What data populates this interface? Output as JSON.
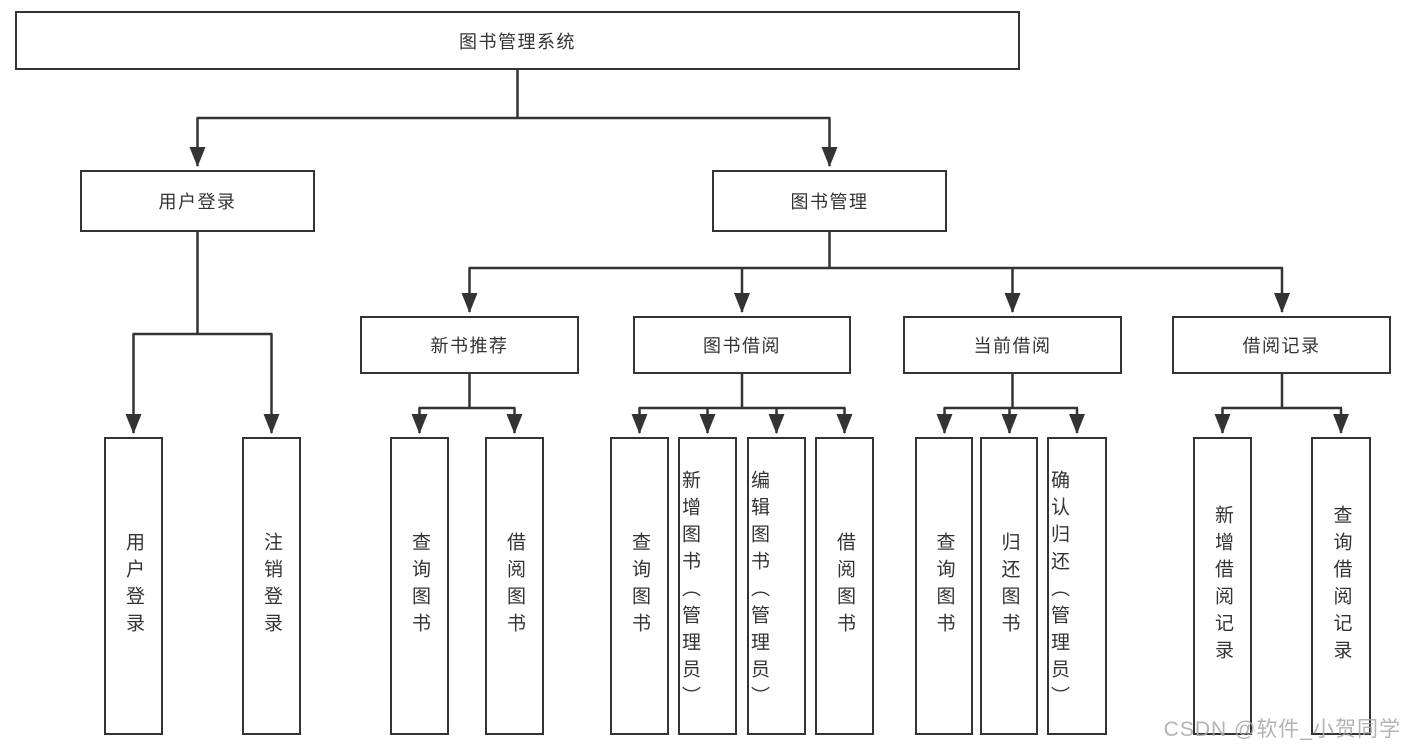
{
  "colors": {
    "line": "#333333",
    "text": "#333333",
    "bg": "#ffffff",
    "watermark": "#ababab"
  },
  "diagram": {
    "root": {
      "label": "图书管理系统"
    },
    "branches": [
      {
        "label": "用户登录",
        "children": [
          {
            "label": "用户登录"
          },
          {
            "label": "注销登录"
          }
        ]
      },
      {
        "label": "图书管理",
        "groups": [
          {
            "label": "新书推荐",
            "children": [
              {
                "label": "查询图书"
              },
              {
                "label": "借阅图书"
              }
            ]
          },
          {
            "label": "图书借阅",
            "children": [
              {
                "label": "查询图书"
              },
              {
                "label": "新增图书（管理员）"
              },
              {
                "label": "编辑图书（管理员）"
              },
              {
                "label": "借阅图书"
              }
            ]
          },
          {
            "label": "当前借阅",
            "children": [
              {
                "label": "查询图书"
              },
              {
                "label": "归还图书"
              },
              {
                "label": "确认归还（管理员）"
              }
            ]
          },
          {
            "label": "借阅记录",
            "children": [
              {
                "label": "新增借阅记录"
              },
              {
                "label": "查询借阅记录"
              }
            ]
          }
        ]
      }
    ]
  },
  "watermark": {
    "text": "CSDN @软件_小贺同学"
  }
}
